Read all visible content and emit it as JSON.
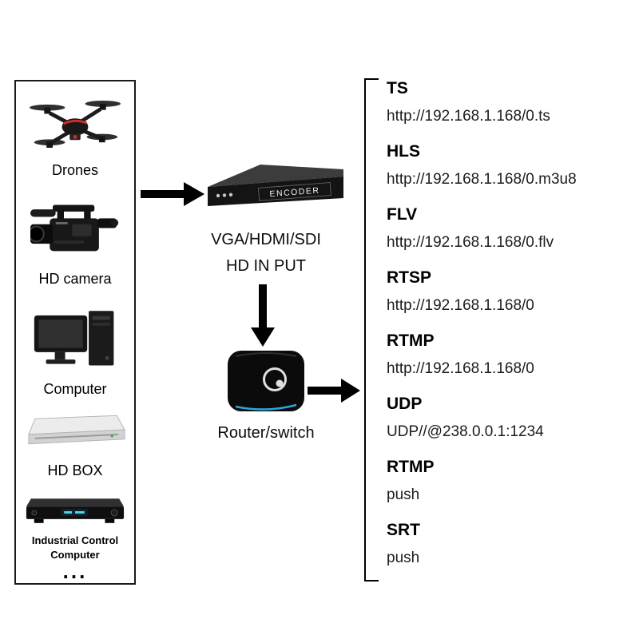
{
  "devices": {
    "items": [
      {
        "label": "Drones",
        "icon": "drone-icon"
      },
      {
        "label": "HD camera",
        "icon": "camcorder-icon"
      },
      {
        "label": "Computer",
        "icon": "desktop-computer-icon"
      },
      {
        "label": "HD BOX",
        "icon": "hd-box-icon"
      },
      {
        "label": "Industrial Control Computer",
        "icon": "industrial-control-computer-icon"
      }
    ],
    "more_label": "..."
  },
  "encoder": {
    "device_label": "ENCODER",
    "icon": "encoder-device-icon",
    "caption_line1": "VGA/HDMI/SDI",
    "caption_line2": "HD IN PUT"
  },
  "router": {
    "label": "Router/switch",
    "icon": "router-device-icon"
  },
  "protocols": [
    {
      "name": "TS",
      "url": "http://192.168.1.168/0.ts"
    },
    {
      "name": "HLS",
      "url": "http://192.168.1.168/0.m3u8"
    },
    {
      "name": "FLV",
      "url": "http://192.168.1.168/0.flv"
    },
    {
      "name": "RTSP",
      "url": "http://192.168.1.168/0"
    },
    {
      "name": "RTMP",
      "url": "http://192.168.1.168/0"
    },
    {
      "name": "UDP",
      "url": "UDP//@238.0.0.1:1234"
    },
    {
      "name": "RTMP",
      "url": "push"
    },
    {
      "name": "SRT",
      "url": "push"
    }
  ],
  "colors": {
    "router_accent_blue": "#2ba7df",
    "drone_accent_red": "#d42c2c",
    "diagram_black": "#111111"
  }
}
